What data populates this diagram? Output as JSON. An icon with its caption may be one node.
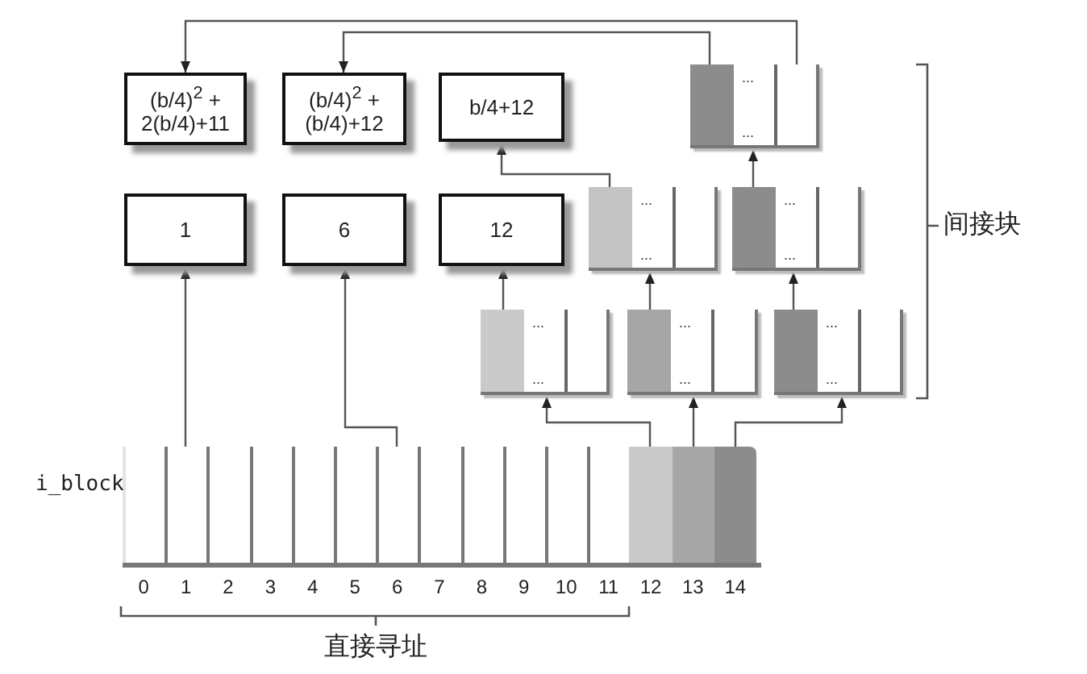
{
  "diagram": {
    "nodes": [
      {
        "text": [
          "(b/4)$^{2}$ + 2(b/4)+11"
        ]
      },
      {
        "text": [
          "(b/4)$^{2}$ + (b/4)+12"
        ]
      },
      {
        "text": [
          "b/4+12"
        ]
      },
      {
        "text": [
          "1"
        ]
      },
      {
        "text": [
          "6"
        ]
      },
      {
        "text": [
          "12"
        ]
      },
      {
        "text": [
          "...",
          "..."
        ]
      },
      {
        "text": [
          "...",
          "..."
        ]
      },
      {
        "text": [
          "...",
          "..."
        ]
      },
      {
        "text": [
          "...",
          "..."
        ]
      },
      {
        "text": [
          "...",
          "..."
        ]
      },
      {
        "text": [
          "...",
          "..."
        ]
      },
      {
        "text": [],
        "shape": "box",
        "beside": [
          "0"
        ]
      },
      {
        "text": [],
        "shape": "box",
        "beside": [
          "1"
        ]
      },
      {
        "text": [],
        "shape": "box",
        "beside": [
          "2"
        ]
      },
      {
        "text": [],
        "shape": "box",
        "beside": [
          "3"
        ]
      },
      {
        "text": [],
        "shape": "box",
        "beside": [
          "4"
        ]
      },
      {
        "text": [],
        "shape": "box",
        "beside": [
          "5"
        ]
      },
      {
        "text": [],
        "shape": "box",
        "beside": [
          "6"
        ]
      },
      {
        "text": [],
        "shape": "box",
        "beside": [
          "7"
        ]
      },
      {
        "text": [],
        "shape": "box",
        "beside": [
          "8"
        ]
      },
      {
        "text": [],
        "shape": "box",
        "beside": [
          "9"
        ]
      },
      {
        "text": [],
        "shape": "box",
        "beside": [
          "10"
        ]
      },
      {
        "text": [],
        "shape": "box",
        "beside": [
          "11"
        ]
      },
      {
        "text": [],
        "shape": "box",
        "beside": [
          "12"
        ]
      },
      {
        "text": [],
        "shape": "box",
        "beside": [
          "13"
        ]
      },
      {
        "text": [],
        "shape": "box",
        "beside": [
          "14"
        ]
      }
    ],
    "edges": [
      {
        "from": 13,
        "to": 3,
        "arrow": "to"
      },
      {
        "from": 18,
        "to": 4,
        "arrow": "to"
      },
      {
        "from": 24,
        "to": 9,
        "arrow": "to"
      },
      {
        "from": 25,
        "to": 10,
        "arrow": "to"
      },
      {
        "from": 26,
        "to": 11,
        "arrow": "to"
      },
      {
        "from": 9,
        "to": 5,
        "arrow": "to"
      },
      {
        "from": 10,
        "to": 7,
        "arrow": "to"
      },
      {
        "from": 11,
        "to": 8,
        "arrow": "to"
      },
      {
        "from": 7,
        "to": 2,
        "arrow": "to"
      },
      {
        "from": 8,
        "to": 6,
        "arrow": "to"
      },
      {
        "from": 6,
        "to": 1,
        "arrow": "to"
      },
      {
        "from": 6,
        "to": 0,
        "arrow": "to"
      }
    ],
    "labels": [
      "i_block",
      "间接块",
      "直接寻址"
    ]
  }
}
